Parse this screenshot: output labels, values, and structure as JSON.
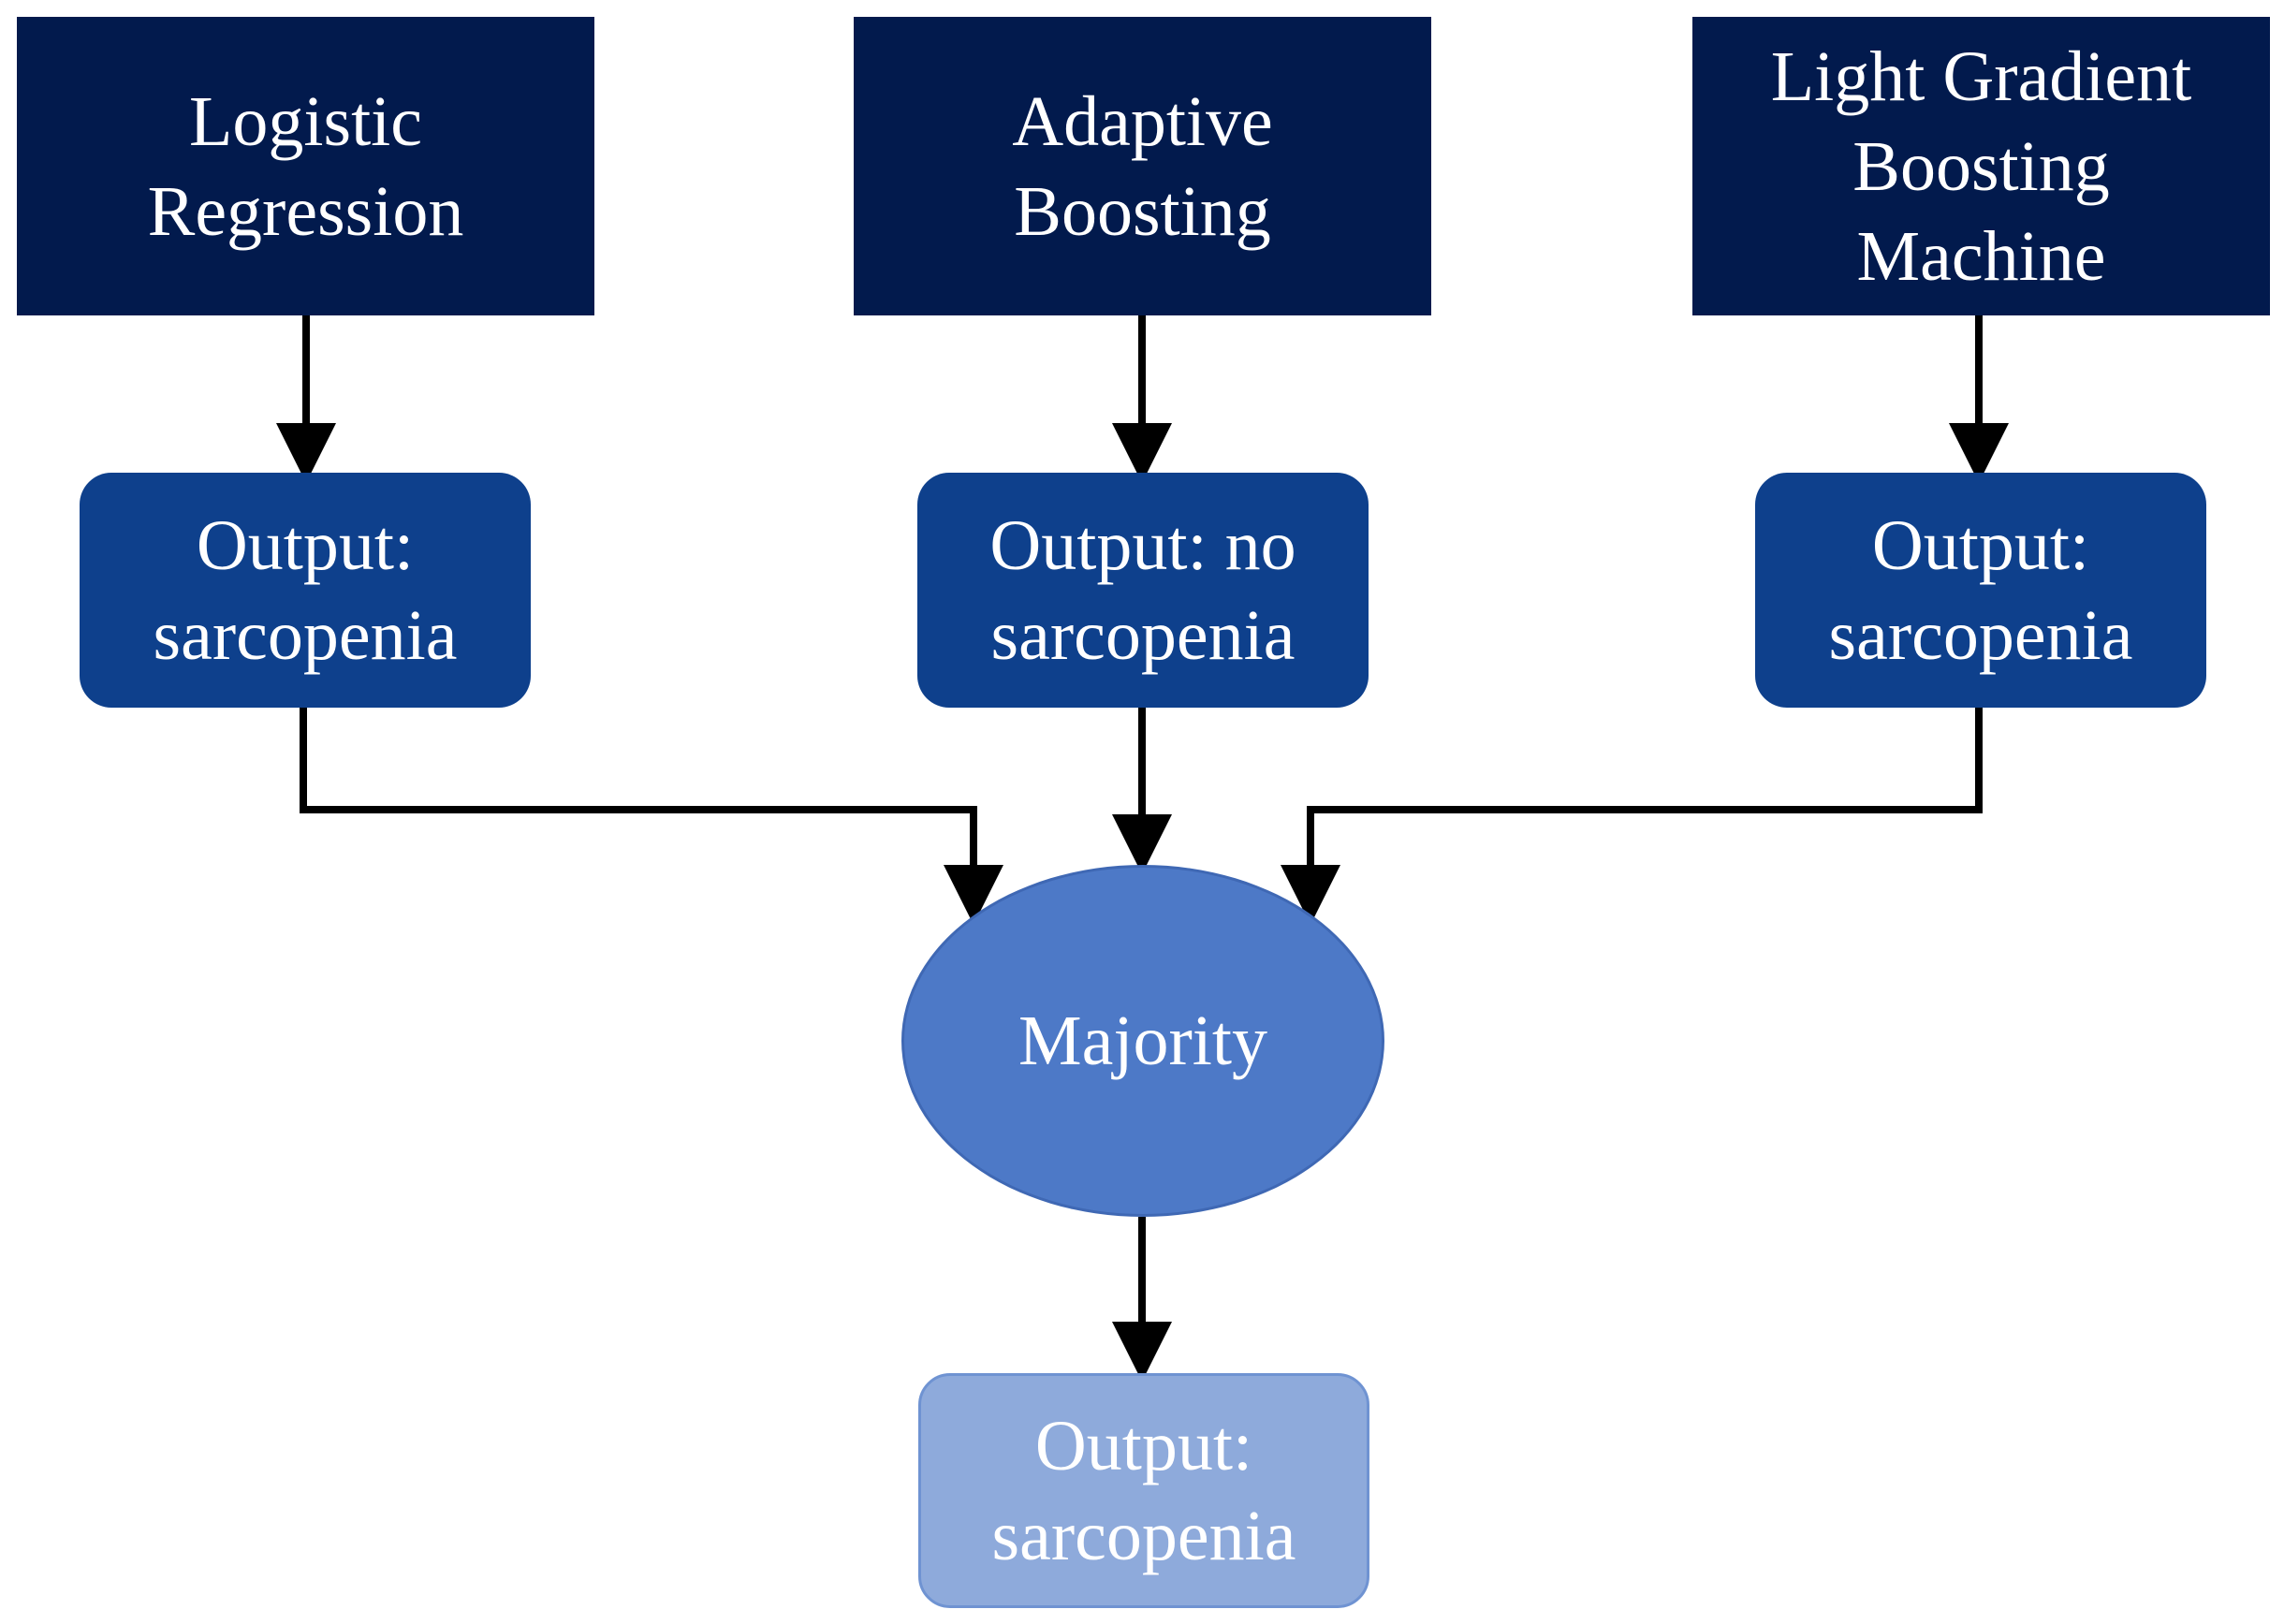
{
  "models": [
    {
      "lines": [
        "Logistic",
        "Regression"
      ]
    },
    {
      "lines": [
        "Adaptive",
        "Boosting"
      ]
    },
    {
      "lines": [
        "Light Gradient",
        "Boosting",
        "Machine"
      ]
    }
  ],
  "outputs": [
    {
      "lines": [
        "Output:",
        "sarcopenia"
      ]
    },
    {
      "lines": [
        "Output: no",
        "sarcopenia"
      ]
    },
    {
      "lines": [
        "Output:",
        "sarcopenia"
      ]
    }
  ],
  "vote": {
    "label": "Majority"
  },
  "final_output": {
    "lines": [
      "Output:",
      "sarcopenia"
    ]
  },
  "colors": {
    "model_fill": "#021a4d",
    "output_fill": "#0e408c",
    "majority_fill": "#4d79c7",
    "final_fill": "#8eaadb",
    "arrow": "#000000",
    "text": "#ffffff"
  }
}
